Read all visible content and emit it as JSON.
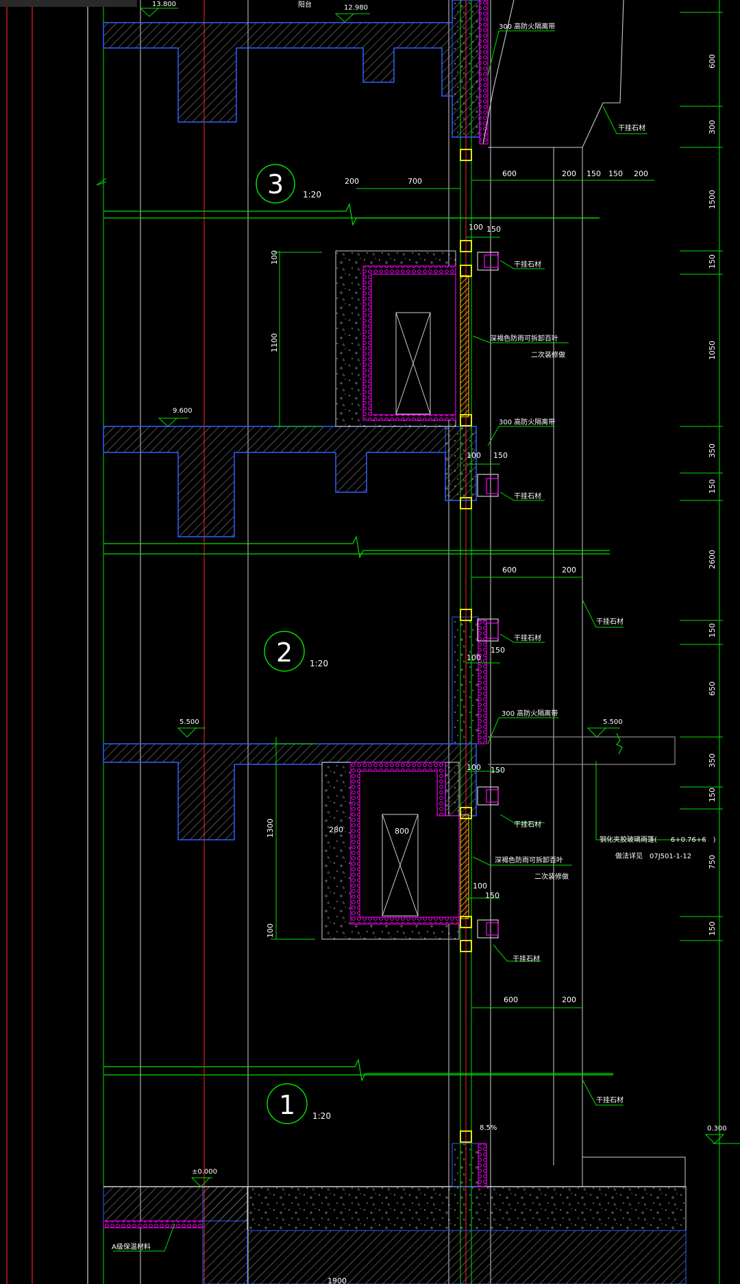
{
  "drawing": {
    "details": [
      {
        "number": "3",
        "scale": "1:20"
      },
      {
        "number": "2",
        "scale": "1:20"
      },
      {
        "number": "1",
        "scale": "1:20"
      }
    ],
    "levels": {
      "top": "13.800",
      "balcony": "12.980",
      "third": "9.600",
      "second_left": "5.500",
      "second_right": "5.500",
      "ground": "±0.000",
      "grade": "0.300"
    },
    "balcony_label": "阳台",
    "notes": {
      "fire_barrier": "300 高防火隔离带",
      "stone": "干挂石材",
      "louver": "深褐色防雨可拆卸百叶",
      "decor": "二次装修做",
      "canopy": "钢化夹胶玻璃雨篷(　　6+0.76+6　)",
      "canopy_ref": "做法详见　07J501-1-12",
      "insulation": "A级保温材料",
      "slope": "8.5%"
    },
    "dims": {
      "d100": "100",
      "d150": "150",
      "d200": "200",
      "d280": "280",
      "d600": "600",
      "d700": "700",
      "d800": "800",
      "d1100": "1100",
      "d1300": "1300",
      "d1900": "1900"
    },
    "right_dims": [
      "600",
      "300",
      "1500",
      "150",
      "1050",
      "350",
      "150",
      "2600",
      "150",
      "650",
      "350",
      "150",
      "750",
      "150"
    ],
    "colors": {
      "green": "#00e000",
      "red": "#ff2020",
      "blue": "#3060ff",
      "magenta": "#ff00ff",
      "yellow": "#ffff00",
      "white": "#ffffff",
      "grey": "#8a8a8a"
    }
  }
}
